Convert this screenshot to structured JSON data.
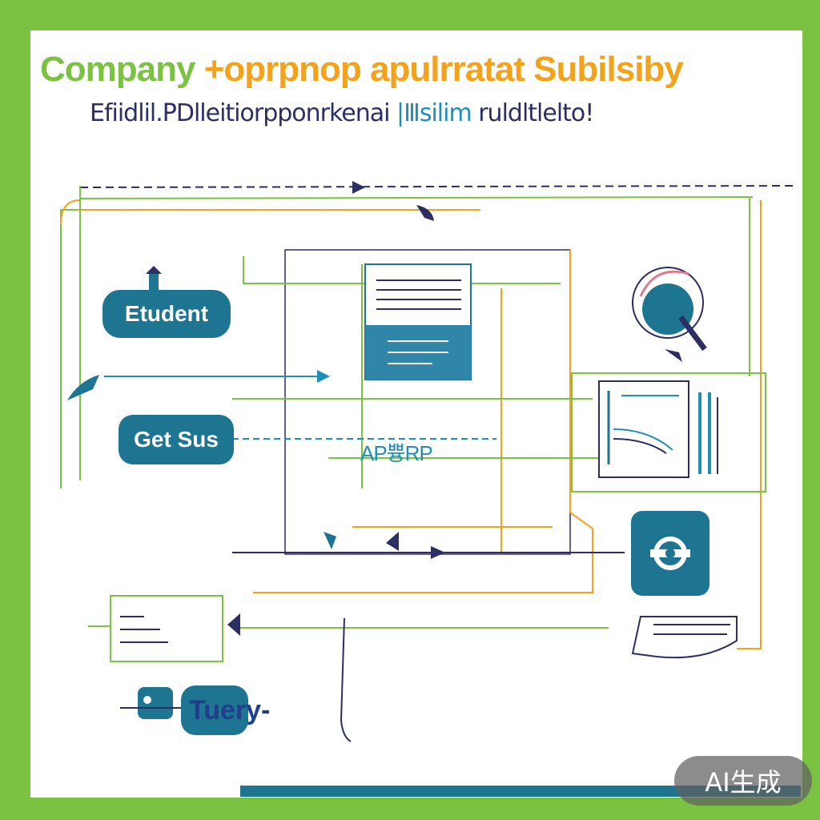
{
  "title": {
    "part1": "Company ",
    "part2": "+oprpnop apulrratat Subilsiby"
  },
  "subtitle": {
    "part1": "Efiidlil.PDlleitiorpponrkenai ",
    "part2": "|Ⅲsiⅼiⅿ",
    "part3": "  ruldltlelto!"
  },
  "nodes": {
    "student": "Etudent",
    "get_sus": "Get Sus",
    "app": "AP쁑RP",
    "query": "Tuery-"
  },
  "badge": "AI生成",
  "colors": {
    "frame": "#7cc242",
    "teal": "#1d7591",
    "navy": "#2b2f63",
    "green": "#7cc242",
    "orange": "#f2a21b",
    "blue": "#1e8fb6"
  },
  "icons": [
    "lighthouse-icon",
    "document-icon",
    "magnifier-icon",
    "clipboard-icon",
    "gear-icon",
    "chat-bubble-icon",
    "list-icon",
    "robot-icon"
  ]
}
